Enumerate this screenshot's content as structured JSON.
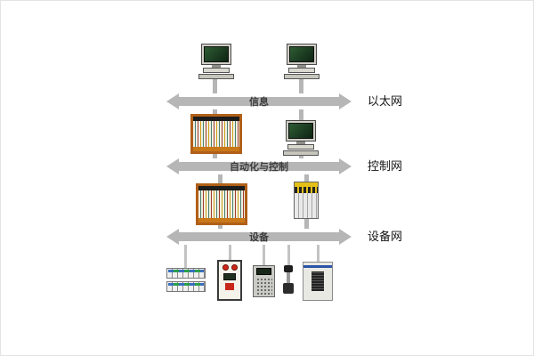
{
  "diagram": {
    "networks": [
      {
        "bus_label": "信息",
        "net_label": "以太网"
      },
      {
        "bus_label": "自动化与控制",
        "net_label": "控制网"
      },
      {
        "bus_label": "设备",
        "net_label": "设备网"
      }
    ],
    "devices": {
      "information_level": [
        "workstation",
        "workstation"
      ],
      "control_level": [
        "controller-rack",
        "operator-workstation"
      ],
      "device_level": [
        "controller-rack",
        "plc-controller"
      ],
      "field_level": [
        "io-terminal-blocks",
        "operator-panel",
        "handheld-keypad",
        "sensor-connector",
        "drive-unit"
      ]
    },
    "colors": {
      "bus_arrow": "#b6b6b6",
      "rack_frame": "#b06018",
      "screen_green": "#2e5c34",
      "button_red": "#d22718"
    }
  }
}
